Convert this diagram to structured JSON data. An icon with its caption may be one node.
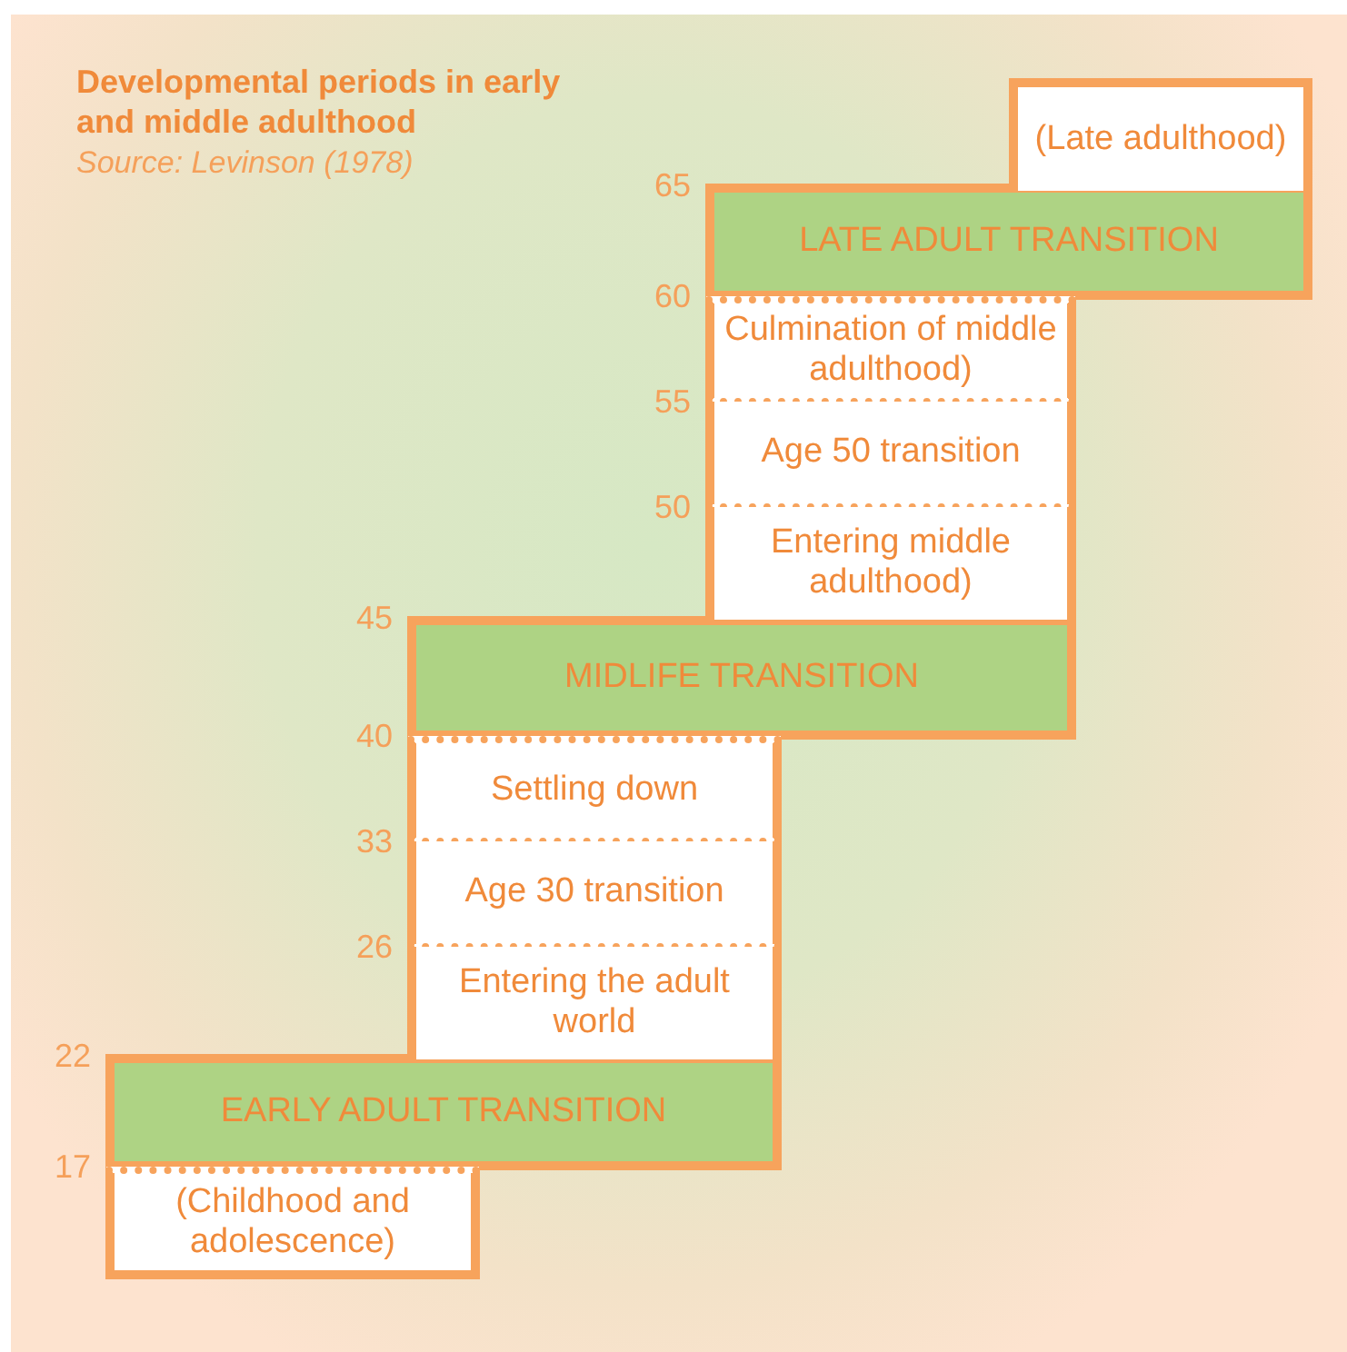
{
  "diagram": {
    "title": "Developmental periods in early and middle adulthood",
    "nodes": [
      {
        "text": [
          "(Late adulthood)"
        ]
      },
      {
        "text": [
          "LATE ADULT TRANSITION"
        ]
      },
      {
        "text": [
          "Culmination of middle adulthood)"
        ]
      },
      {
        "text": [
          "Age 50 transition"
        ]
      },
      {
        "text": [
          "Entering middle adulthood)"
        ]
      },
      {
        "text": [
          "MIDLIFE TRANSITION"
        ]
      },
      {
        "text": [
          "Settling down"
        ]
      },
      {
        "text": [
          "Age 30 transition"
        ]
      },
      {
        "text": [
          "Entering the adult world"
        ]
      },
      {
        "text": [
          "EARLY ADULT TRANSITION"
        ]
      },
      {
        "text": [
          "(Childhood and adolescence)"
        ]
      }
    ],
    "edges": [],
    "labels": [
      "Source: Levinson (1978)",
      "65",
      "60",
      "55",
      "50",
      "45",
      "40",
      "33",
      "26",
      "22",
      "17"
    ]
  }
}
